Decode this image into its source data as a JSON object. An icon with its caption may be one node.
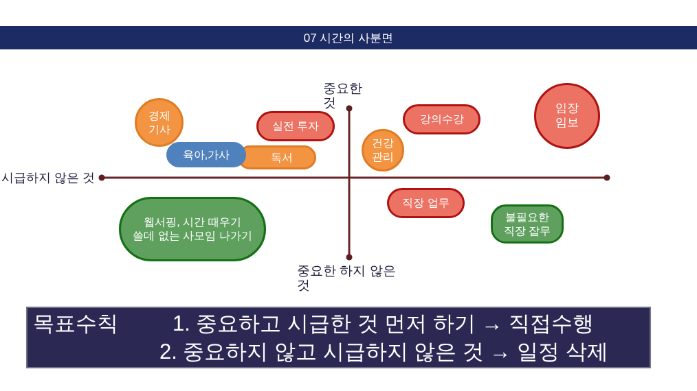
{
  "diagram": {
    "title": "07 시간의 사분면",
    "nodes": [
      {
        "text": [
          "경제 기사"
        ]
      },
      {
        "text": [
          "실전 투자"
        ]
      },
      {
        "text": [
          "강의수강"
        ]
      },
      {
        "text": [
          "임장 임보"
        ]
      },
      {
        "text": [
          "건강 관리"
        ]
      },
      {
        "text": [
          "육아,가사"
        ]
      },
      {
        "text": [
          "독서"
        ]
      },
      {
        "text": [
          "웹서핑, 시간 때우기",
          "쓸데 없는 사모임 나가기"
        ]
      },
      {
        "text": [
          "직장 업무"
        ]
      },
      {
        "text": [
          "불필요한 직장 잡무"
        ]
      },
      {
        "text": [
          "목표수칙",
          "1. 중요하고 시급한 것 먼저 하기 → 직접수행",
          "2. 중요하지 않고 시급하지 않은 것 → 일정 삭제"
        ]
      }
    ],
    "labels": [
      "중요한 것",
      "시급하지 않은 것",
      "중요한 하지 않은 것"
    ]
  }
}
